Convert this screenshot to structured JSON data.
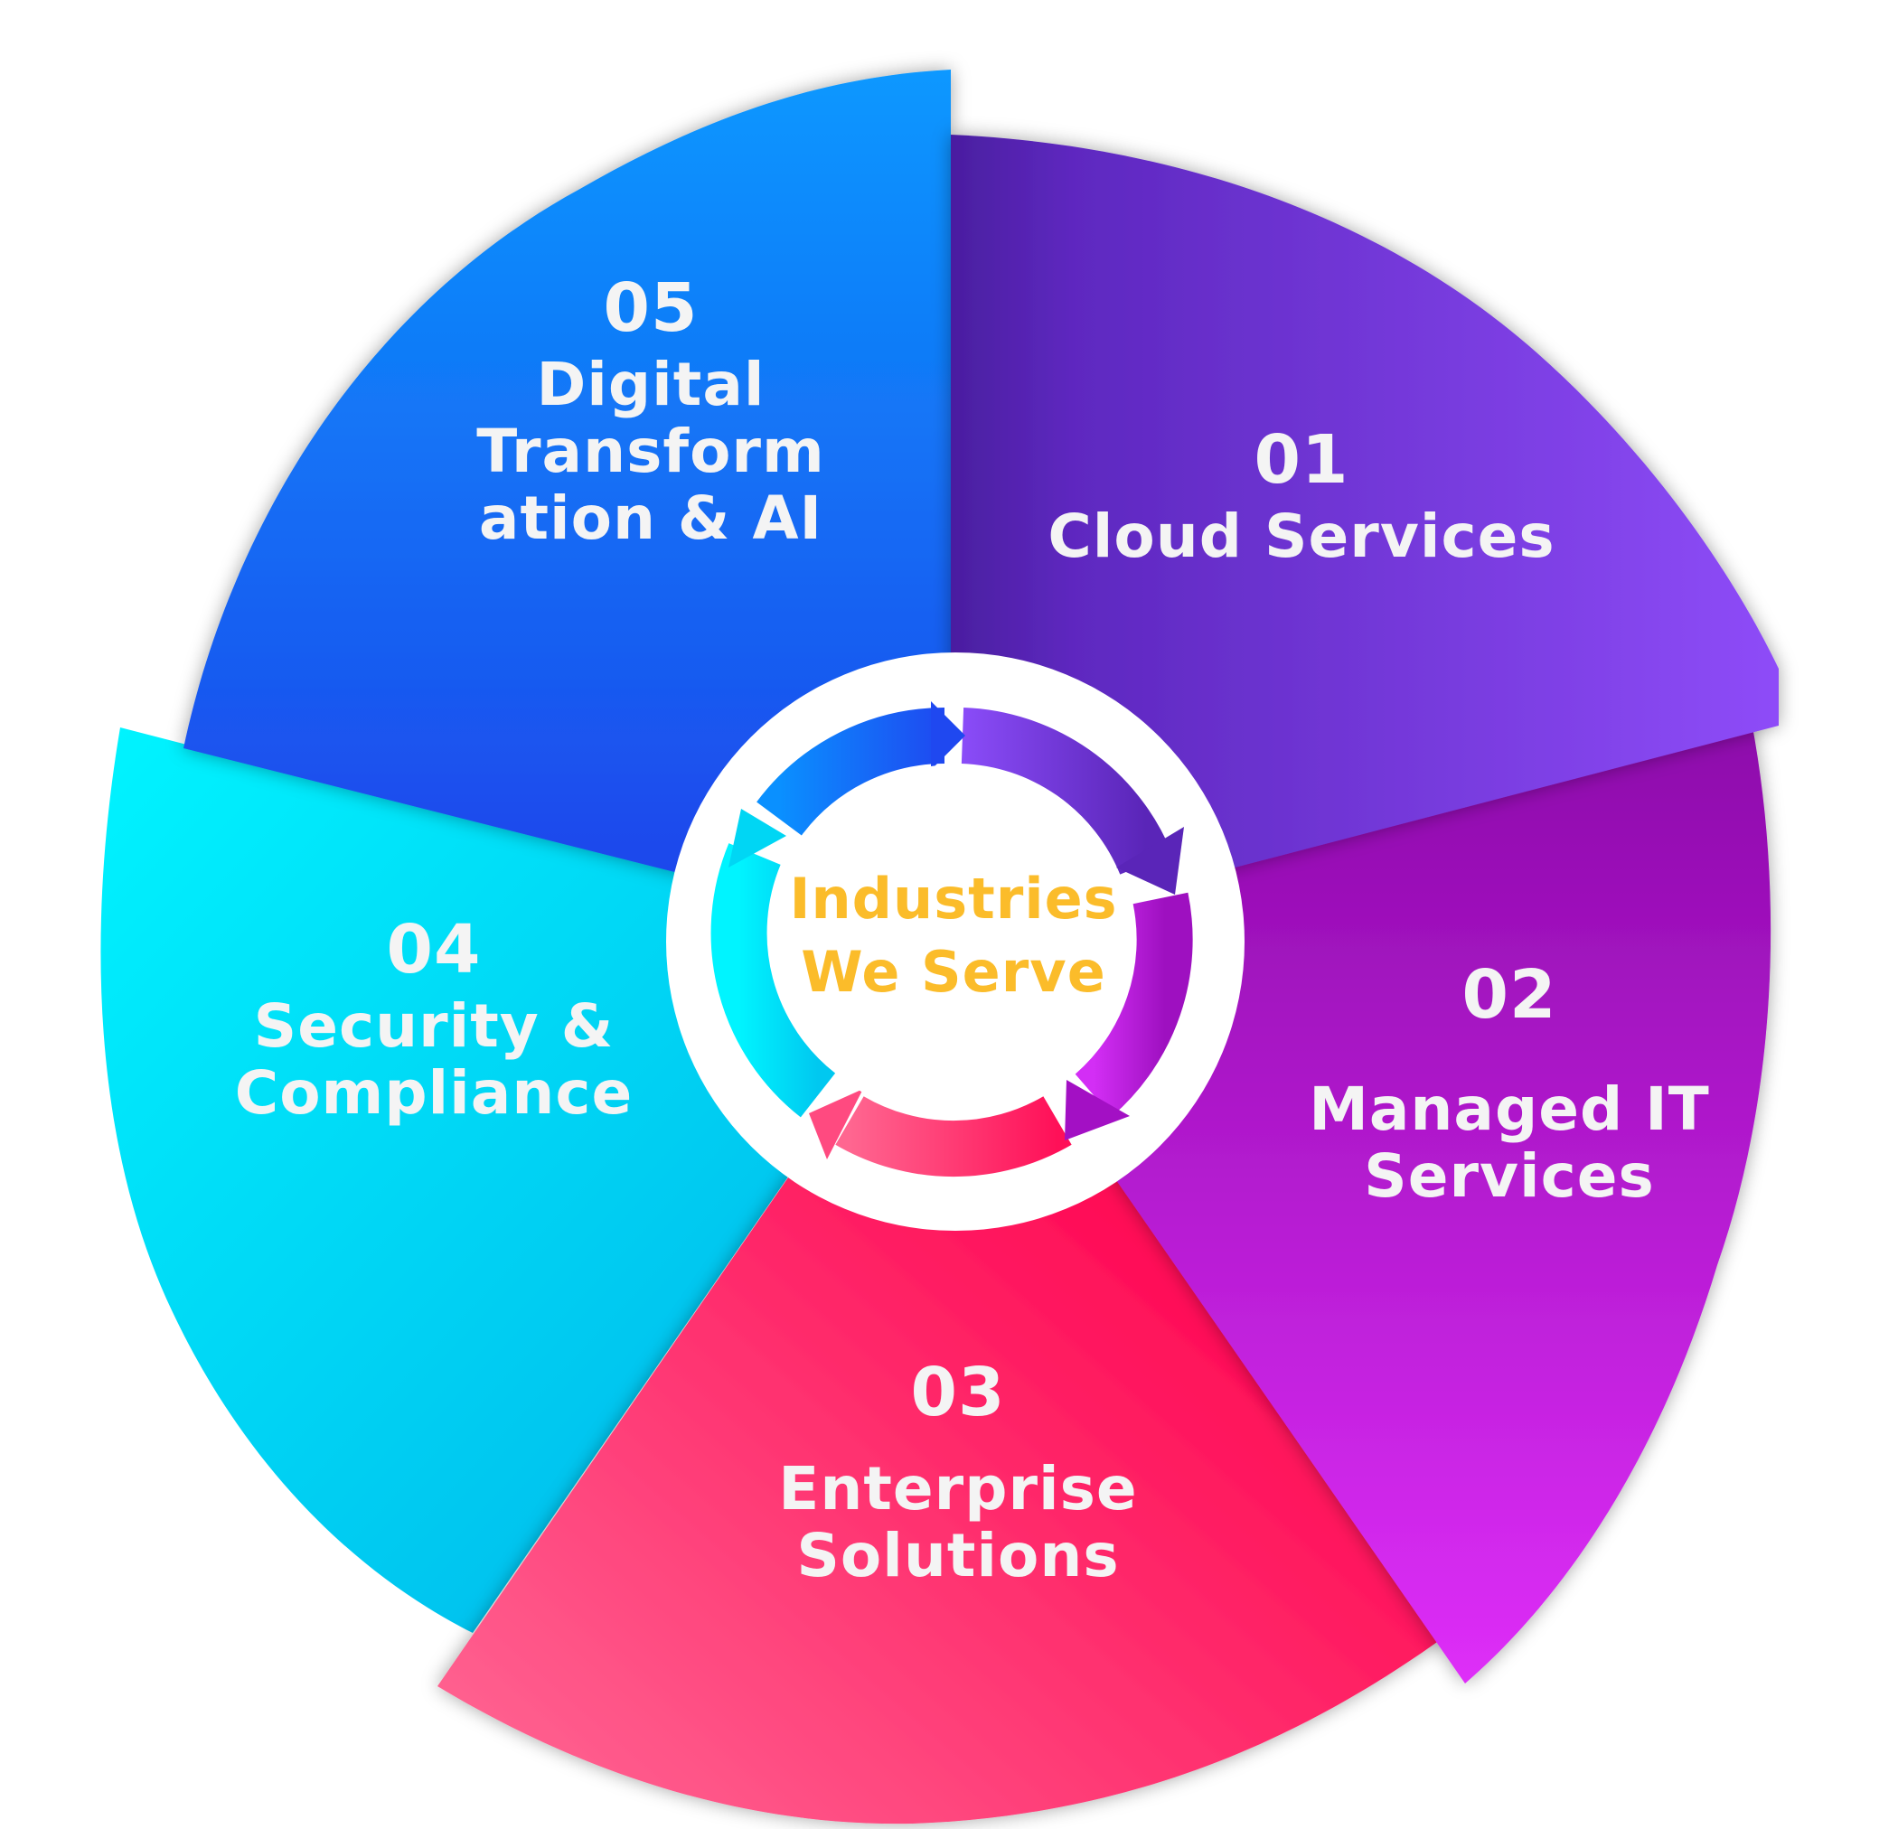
{
  "center": {
    "title_line1": "Industries",
    "title_line2": "We Serve",
    "color": "#fbbc2a"
  },
  "segments": [
    {
      "number": "01",
      "title_lines": [
        "Cloud Services"
      ],
      "color_start": "#4f1fa8",
      "color_end": "#8c4cf7"
    },
    {
      "number": "02",
      "title_lines": [
        "Managed IT",
        "Services"
      ],
      "color_start": "#9a0cb8",
      "color_end": "#d72cf4"
    },
    {
      "number": "03",
      "title_lines": [
        "Enterprise",
        "Solutions"
      ],
      "color_start": "#ff6691",
      "color_end": "#ff0a55"
    },
    {
      "number": "04",
      "title_lines": [
        "Security &",
        "Compliance"
      ],
      "color_start": "#00f0ff",
      "color_end": "#00b8ee"
    },
    {
      "number": "05",
      "title_lines": [
        "Digital",
        "Transform",
        "ation & AI"
      ],
      "color_start": "#0a95ff",
      "color_end": "#1e44ee"
    }
  ],
  "text_color": "#f4f4f4"
}
